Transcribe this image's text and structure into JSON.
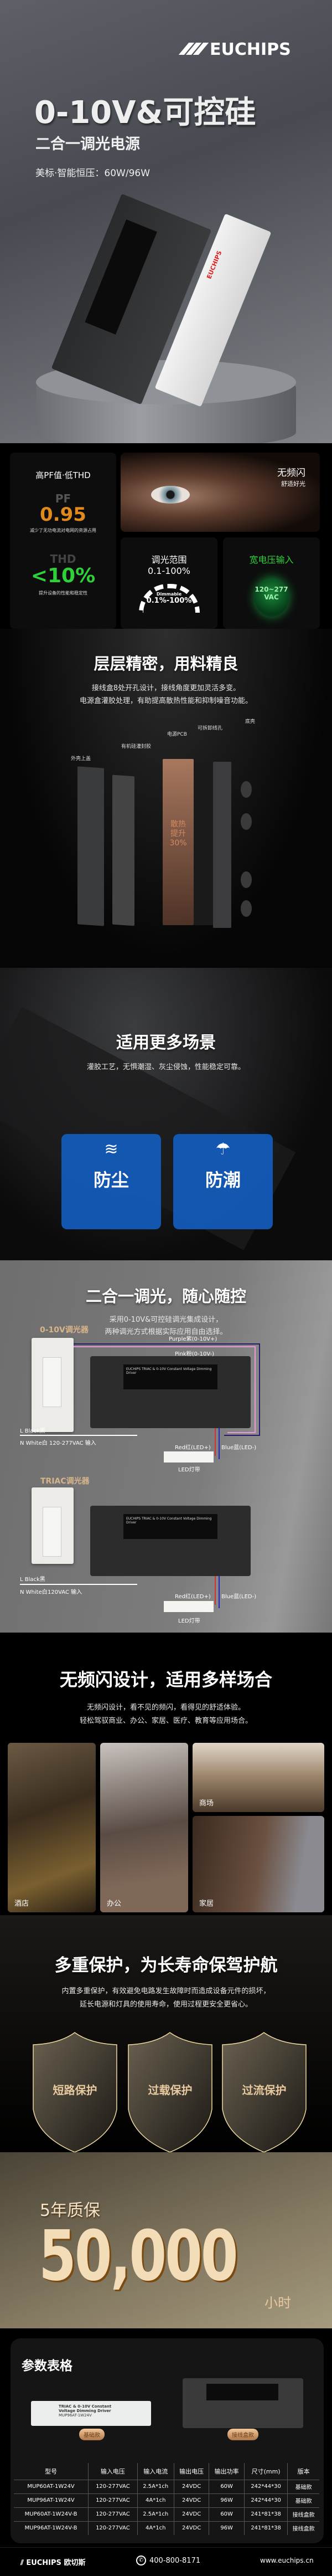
{
  "hero": {
    "brand": "EUCHIPS",
    "title": "0-10V&可控硅",
    "subtitle": "二合一调光电源",
    "spec": "美标·智能恒压：60W/96W",
    "white_driver_brand": "EUCHIPS"
  },
  "features": {
    "pf_title": "高PF值·低THD",
    "pf_label": "PF",
    "pf_value": "0.95",
    "pf_desc": "减少了无功电流对电网的资源占用",
    "thd_label": "THD",
    "thd_value": "<10%",
    "thd_desc": "提升设备的性能和稳定性",
    "flicker_title": "无频闪",
    "flicker_sub": "舒适好光",
    "dim_title": "调光范围",
    "dim_range": "0.1-100%",
    "dim_gauge_label": "Dimmable",
    "dim_gauge_value": "0.1%-100%",
    "voltage_title": "宽电压输入",
    "voltage_value": "120~277",
    "voltage_unit": "VAC",
    "colors": {
      "orange": "#e08a1e",
      "green": "#2fd13a"
    }
  },
  "exploded": {
    "title": "层层精密，用料精良",
    "desc1": "接线盒8处开孔设计，接线角度更加灵活多变。",
    "desc2": "电源盒灌胶处理，有助提高散热性能和抑制噪音功能。",
    "labels": [
      "外壳上盖",
      "有机硅灌封胶",
      "电源PCB",
      "可拆卸线孔",
      "底壳"
    ],
    "heat1": "散热",
    "heat2": "提升",
    "heat3": "30%"
  },
  "scenes": {
    "title": "适用更多场景",
    "desc": "灌胶工艺，无惧潮湿、灰尘侵蚀，性能稳定可靠。",
    "dust": "防尘",
    "moisture": "防潮"
  },
  "dimming": {
    "title": "二合一调光，随心随控",
    "desc1": "采用0-10V&可控硅调光集成设计，",
    "desc2": "两种调光方式根据实际应用自由选择。",
    "d1": {
      "dimmer": "0-10V调光器",
      "purple": "Purple紫(0-10V+)",
      "pink": "Pink粉(0-10V-)",
      "black": "L Black黑",
      "white": "N White白",
      "input": "120-277VAC 输入",
      "red": "Red红(LED+)",
      "blue": "Blue蓝(LED-)",
      "strip": "LED灯带"
    },
    "d2": {
      "dimmer": "TRIAC调光器",
      "black": "L Black黑",
      "white": "N White白",
      "input": "120VAC 输入",
      "red": "Red红(LED+)",
      "blue": "Blue蓝(LED-)",
      "strip": "LED灯带"
    },
    "driver_label": "EUCHIPS TRIAC & 0-10V Constant Voltage Dimming Driver"
  },
  "flicker": {
    "title": "无频闪设计，适用多样场合",
    "desc1": "无频闪设计，看不见的频闪，看得见的舒适体验。",
    "desc2": "轻松驾驭商业、办公、家居、医疗、教育等应用场合。",
    "scenes": [
      "酒店",
      "办公",
      "商场",
      "家居"
    ]
  },
  "protection": {
    "title": "多重保护，为长寿命保驾护航",
    "desc1": "内置多重保护，有效避免电路发生故障时而造成设备元件的损坏，",
    "desc2": "延长电源和灯具的使用寿命，使用过程更安全更省心。",
    "items": [
      "短路保护",
      "过载保护",
      "过流保护"
    ]
  },
  "warranty": {
    "label": "5年质保",
    "hours": "50,000",
    "unit": "小时"
  },
  "specs": {
    "title": "参数表格",
    "basic": "基础款",
    "junction": "接线盒款",
    "white_driver": "TRIAC & 0-10V Constant Voltage Dimming Driver",
    "white_model": "MUP96AT-1W24V",
    "headers": [
      "型号",
      "输入电压",
      "输入电流",
      "输出电压",
      "输出功率",
      "尺寸(mm)",
      "版本"
    ],
    "rows": [
      [
        "MUP60AT-1W24V",
        "120-277VAC",
        "2.5A*1ch",
        "24VDC",
        "60W",
        "242*44*30",
        "基础款"
      ],
      [
        "MUP96AT-1W24V",
        "120-277VAC",
        "4A*1ch",
        "24VDC",
        "96W",
        "242*44*30",
        "基础款"
      ],
      [
        "MUP60AT-1W24V-B",
        "120-277VAC",
        "2.5A*1ch",
        "24VDC",
        "60W",
        "241*81*38",
        "接线盒款"
      ],
      [
        "MUP96AT-1W24V-B",
        "120-277VAC",
        "4A*1ch",
        "24VDC",
        "96W",
        "241*81*38",
        "接线盒款"
      ]
    ]
  },
  "footer": {
    "brand": "EUCHIPS",
    "brand_cn": "欧切斯",
    "phone": "400-800-8171",
    "website": "www.euchips.cn"
  }
}
